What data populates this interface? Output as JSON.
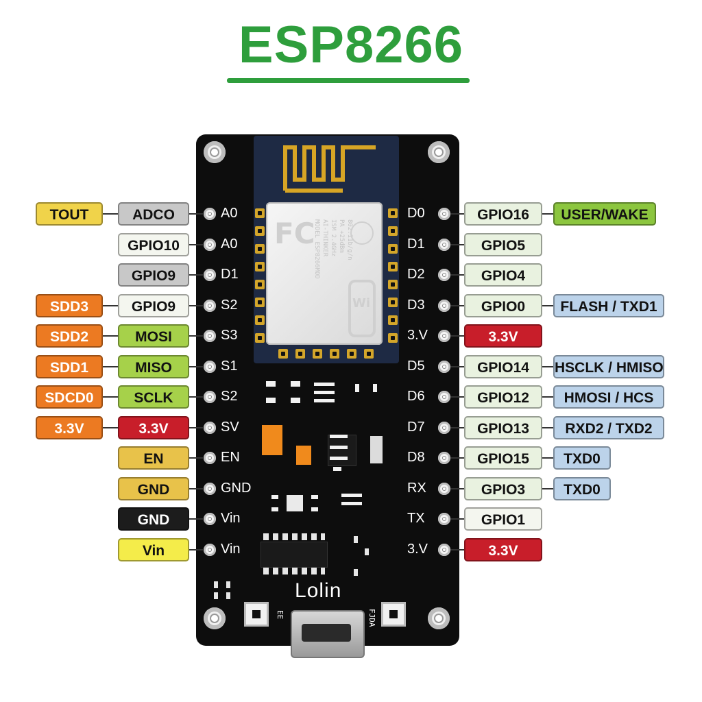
{
  "title": "ESP8266",
  "board": {
    "brand": "Lolin",
    "left_pins": [
      "A0",
      "A0",
      "D1",
      "S2",
      "S3",
      "S1",
      "S2",
      "SV",
      "EN",
      "GND",
      "Vin",
      "Vin"
    ],
    "right_pins": [
      "D0",
      "D1",
      "D2",
      "D3",
      "3.V",
      "D5",
      "D6",
      "D7",
      "D8",
      "RX",
      "TX",
      "3.V"
    ],
    "button_left_label": "EE",
    "button_right_label": "FJDA"
  },
  "left_rows": [
    {
      "outer": "TOUT",
      "inner": "ADCO"
    },
    {
      "outer": "",
      "inner": "GPIO10"
    },
    {
      "outer": "",
      "inner": "GPIO9"
    },
    {
      "outer": "SDD3",
      "inner": "GPIO9"
    },
    {
      "outer": "SDD2",
      "inner": "MOSI"
    },
    {
      "outer": "SDD1",
      "inner": "MISO"
    },
    {
      "outer": "SDCD0",
      "inner": "SCLK"
    },
    {
      "outer": "3.3V",
      "inner": "3.3V"
    },
    {
      "outer": "",
      "inner": "EN"
    },
    {
      "outer": "",
      "inner": "GND"
    },
    {
      "outer": "",
      "inner": "GND"
    },
    {
      "outer": "",
      "inner": "Vin"
    }
  ],
  "right_rows": [
    {
      "inner": "GPIO16",
      "outer": "USER/WAKE"
    },
    {
      "inner": "GPIO5",
      "outer": ""
    },
    {
      "inner": "GPIO4",
      "outer": ""
    },
    {
      "inner": "GPIO0",
      "outer": "FLASH / TXD1"
    },
    {
      "inner": "3.3V",
      "outer": ""
    },
    {
      "inner": "GPIO14",
      "outer": "HSCLK / HMISO"
    },
    {
      "inner": "GPIO12",
      "outer": "HMOSI / HCS"
    },
    {
      "inner": "GPIO13",
      "outer": "RXD2 / TXD2"
    },
    {
      "inner": "GPIO15",
      "outer": "TXD0"
    },
    {
      "inner": "GPIO3",
      "outer": "TXD0"
    },
    {
      "inner": "GPIO1",
      "outer": ""
    },
    {
      "inner": "3.3V",
      "outer": ""
    }
  ],
  "colors": {
    "title_green": "#2e9e3c",
    "yellow": "#f0d34a",
    "gray": "#c8c8c8",
    "white_tag": "#f4f6ef",
    "orange": "#ec7a22",
    "lime": "#a6d14a",
    "red": "#c81e2a",
    "gold": "#e8c24a",
    "black": "#1c1c1c",
    "bright_yellow": "#f4ec4a",
    "green": "#8cc63f",
    "light_green": "#e9f2e0",
    "light_blue": "#bcd3ea"
  }
}
